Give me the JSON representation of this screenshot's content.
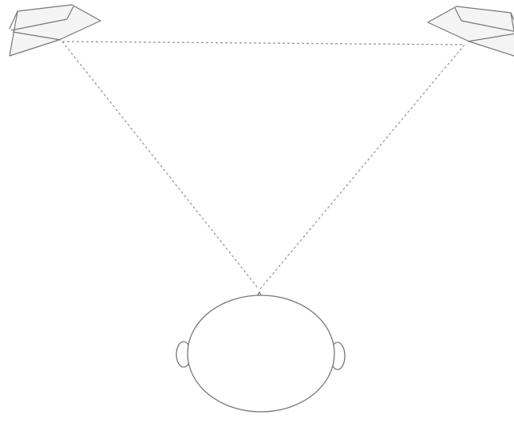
{
  "diagram": {
    "speakers": [
      {
        "id": "left",
        "icon": "speaker-icon"
      },
      {
        "id": "right",
        "icon": "speaker-icon"
      }
    ],
    "listener": {
      "icon": "head-icon",
      "facing": "up"
    },
    "sight_lines": [
      {
        "from": "left-speaker",
        "to": "right-speaker"
      },
      {
        "from": "left-speaker",
        "to": "listener"
      },
      {
        "from": "right-speaker",
        "to": "listener"
      }
    ],
    "colors": {
      "background": "#ffffff",
      "outline": "#777777",
      "dashed_line": "#9a9a9a",
      "speaker_fill": "#f4f4f4"
    }
  }
}
